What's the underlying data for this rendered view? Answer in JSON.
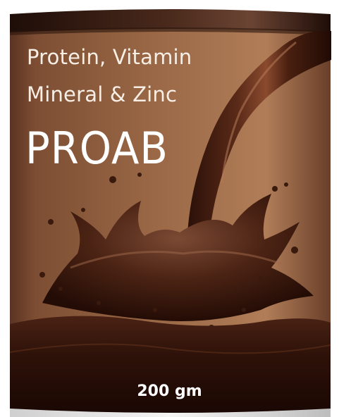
{
  "product": {
    "subtitle_line1": "Protein, Vitamin",
    "subtitle_line2": "Mineral & Zinc",
    "brand_name": "PROAB",
    "net_weight": "200 gm"
  },
  "colors": {
    "label_brown": "#8a5a3b",
    "chocolate_dark": "#3a1a10",
    "text_light": "#f7efe6"
  }
}
